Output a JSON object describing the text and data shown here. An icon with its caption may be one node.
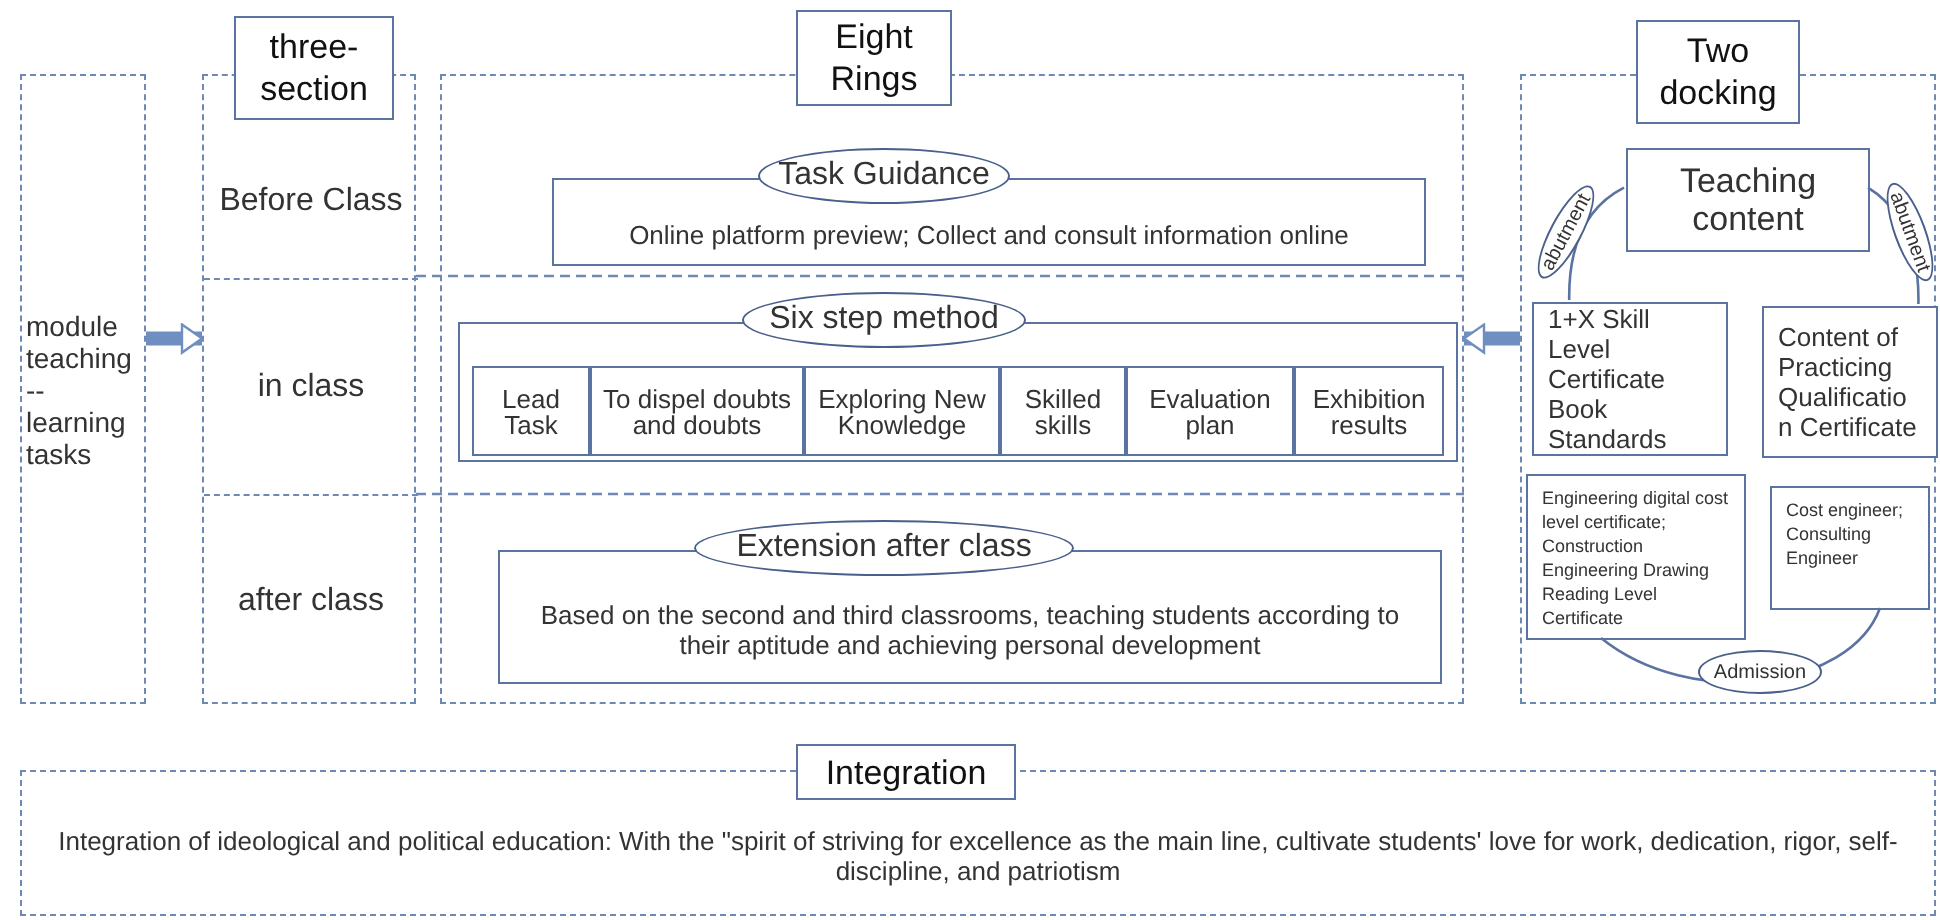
{
  "diagram": {
    "nodes": [
      {
        "text": [
          "module teaching -- learning tasks"
        ]
      },
      {
        "text": [
          "three-section"
        ]
      },
      {
        "text": [],
        "shape": "box"
      },
      {
        "text": [
          "Before Class"
        ],
        "in": 2
      },
      {
        "text": [
          "in class"
        ],
        "in": 2
      },
      {
        "text": [
          "after class"
        ],
        "in": 2
      },
      {
        "text": [
          "Eight Rings"
        ]
      },
      {
        "text": [],
        "shape": "box"
      },
      {
        "text": [
          "Task Guidance",
          "Online platform preview; Collect and consult information online"
        ],
        "in": 7
      },
      {
        "text": [
          "Six step method"
        ],
        "in": 7
      },
      {
        "text": [
          "Lead Task"
        ],
        "in": 9
      },
      {
        "text": [
          "To dispel doubts and doubts"
        ],
        "in": 9
      },
      {
        "text": [
          "Exploring New Knowledge"
        ],
        "in": 9
      },
      {
        "text": [
          "Skilled skills"
        ],
        "in": 9
      },
      {
        "text": [
          "Evaluation plan"
        ],
        "in": 9
      },
      {
        "text": [
          "Exhibition results"
        ],
        "in": 9
      },
      {
        "text": [
          "Extension after class",
          "Based on the second and third classrooms, teaching students according to their aptitude and achieving personal development"
        ],
        "in": 7
      },
      {
        "text": [
          "Two docking"
        ]
      },
      {
        "text": [],
        "shape": "box"
      },
      {
        "text": [
          "Teaching content"
        ],
        "in": 18
      },
      {
        "text": [
          "1+X Skill Level Certificate Book Standards"
        ],
        "in": 18
      },
      {
        "text": [
          "Content of Practicing Qualificatio n Certificate"
        ],
        "in": 18
      },
      {
        "text": [
          "Engineering digital cost level certificate; Construction Engineering Drawing Reading Level Certificate"
        ],
        "in": 18
      },
      {
        "text": [
          "Cost engineer; Consulting Engineer"
        ],
        "in": 18
      },
      {
        "text": [
          "Integration"
        ]
      },
      {
        "text": [
          "Integration of ideological and political education: With the \"spirit of striving for excellence as the main line, cultivate students' love for work, dedication, rigor, self-discipline, and patriotism"
        ]
      }
    ],
    "edges": [
      {
        "from": 0,
        "to": 2,
        "arrow": "to",
        "style": "thick"
      },
      {
        "from": 18,
        "to": 7,
        "arrow": "to",
        "style": "thick"
      },
      {
        "from": 19,
        "to": 20,
        "arrow": "none",
        "label": "abutment"
      },
      {
        "from": 19,
        "to": 21,
        "arrow": "none",
        "label": "abutment"
      },
      {
        "from": 22,
        "to": 23,
        "arrow": "none",
        "label": "Admission"
      }
    ]
  }
}
